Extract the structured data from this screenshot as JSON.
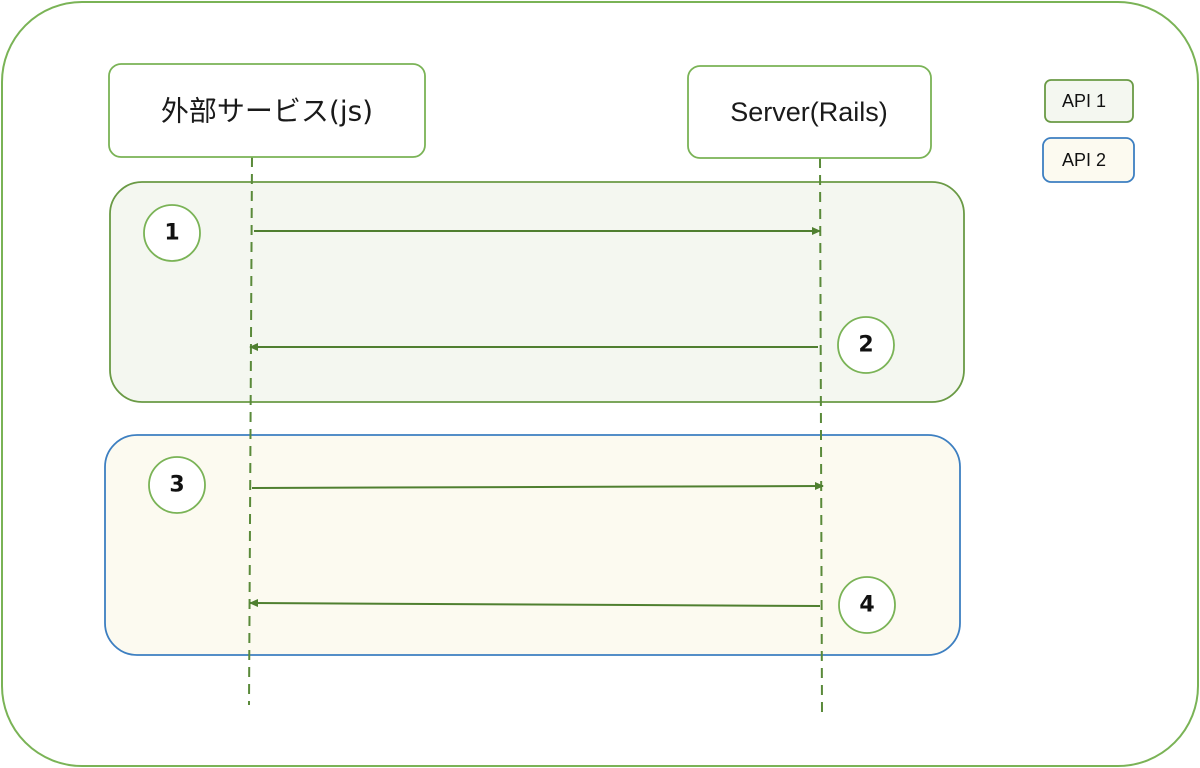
{
  "actors": {
    "external_service": "外部サービス(js)",
    "server": "Server(Rails)"
  },
  "groups": [
    {
      "name": "API 1",
      "steps": [
        "1",
        "2"
      ]
    },
    {
      "name": "API 2",
      "steps": [
        "3",
        "4"
      ]
    }
  ],
  "messages": [
    {
      "step": "1",
      "from": "外部サービス(js)",
      "to": "Server(Rails)"
    },
    {
      "step": "2",
      "from": "Server(Rails)",
      "to": "外部サービス(js)"
    },
    {
      "step": "3",
      "from": "外部サービス(js)",
      "to": "Server(Rails)"
    },
    {
      "step": "4",
      "from": "Server(Rails)",
      "to": "外部サービス(js)"
    }
  ],
  "legend": {
    "api1": "API 1",
    "api2": "API 2"
  },
  "colors": {
    "outline_green": "#6aa84f",
    "arrow_green": "#4f7f30",
    "lifeline_green": "#5a8a3a",
    "api1_fill": "#f4f7f0",
    "api1_border": "#6a9a45",
    "api2_fill": "#fcfaf0",
    "api2_border": "#3d7fc1"
  }
}
